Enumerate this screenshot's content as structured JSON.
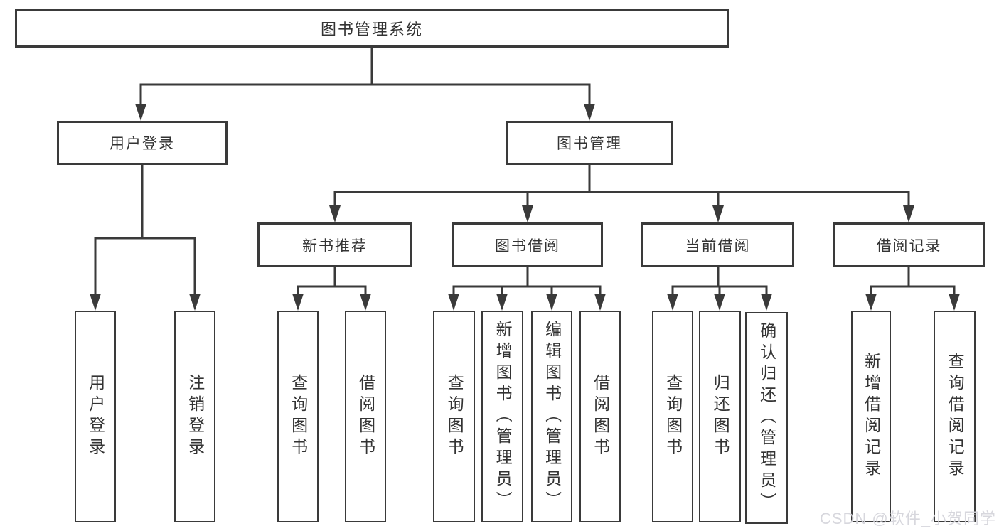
{
  "nodes": {
    "root": "图书管理系统",
    "user_login": "用户登录",
    "book_management": "图书管理",
    "new_book_recommend": "新书推荐",
    "book_borrow": "图书借阅",
    "current_borrow": "当前借阅",
    "borrow_record": "借阅记录",
    "leaf_user_login": "用户登录",
    "leaf_logout": "注销登录",
    "leaf_nbr_query_book": "查询图书",
    "leaf_nbr_borrow_book": "借阅图书",
    "leaf_bb_query_book": "查询图书",
    "leaf_bb_add_book": "新增图书（管理员）",
    "leaf_bb_edit_book": "编辑图书（管理员）",
    "leaf_bb_borrow_book": "借阅图书",
    "leaf_cb_query_book": "查询图书",
    "leaf_cb_return_book": "归还图书",
    "leaf_cb_confirm_return": "确认归还（管理员）",
    "leaf_br_add_record": "新增借阅记录",
    "leaf_br_query_record": "查询借阅记录"
  },
  "hierarchy": [
    {
      "parent": "图书管理系统",
      "children": [
        "用户登录",
        "图书管理"
      ]
    },
    {
      "parent": "用户登录",
      "children": [
        "用户登录",
        "注销登录"
      ]
    },
    {
      "parent": "图书管理",
      "children": [
        "新书推荐",
        "图书借阅",
        "当前借阅",
        "借阅记录"
      ]
    },
    {
      "parent": "新书推荐",
      "children": [
        "查询图书",
        "借阅图书"
      ]
    },
    {
      "parent": "图书借阅",
      "children": [
        "查询图书",
        "新增图书（管理员）",
        "编辑图书（管理员）",
        "借阅图书"
      ]
    },
    {
      "parent": "当前借阅",
      "children": [
        "查询图书",
        "归还图书",
        "确认归还（管理员）"
      ]
    },
    {
      "parent": "借阅记录",
      "children": [
        "新增借阅记录",
        "查询借阅记录"
      ]
    }
  ],
  "watermark": "CSDN @软件_小贺同学",
  "colors": {
    "line": "#3a3a3a",
    "text": "#333333",
    "background": "#ffffff",
    "watermark": "#d5d5db"
  }
}
